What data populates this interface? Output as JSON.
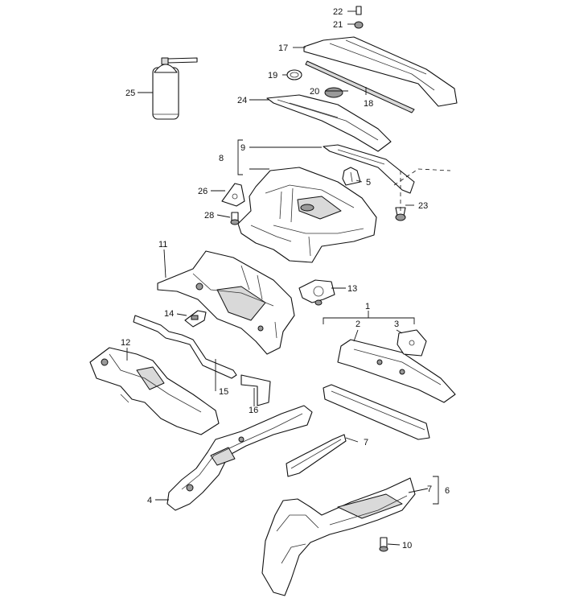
{
  "callouts": {
    "c1": "1",
    "c2": "2",
    "c3": "3",
    "c4": "4",
    "c5": "5",
    "c6": "6",
    "c7a": "7",
    "c7b": "7",
    "c8": "8",
    "c9": "9",
    "c10": "10",
    "c11": "11",
    "c12": "12",
    "c13": "13",
    "c14": "14",
    "c15": "15",
    "c16": "16",
    "c17": "17",
    "c18": "18",
    "c19": "19",
    "c20": "20",
    "c21": "21",
    "c22": "22",
    "c23": "23",
    "c24": "24",
    "c25": "25",
    "c26": "26",
    "c28": "28"
  },
  "colors": {
    "line": "#111111",
    "shade": "#d9d9d9",
    "background": "#ffffff"
  }
}
